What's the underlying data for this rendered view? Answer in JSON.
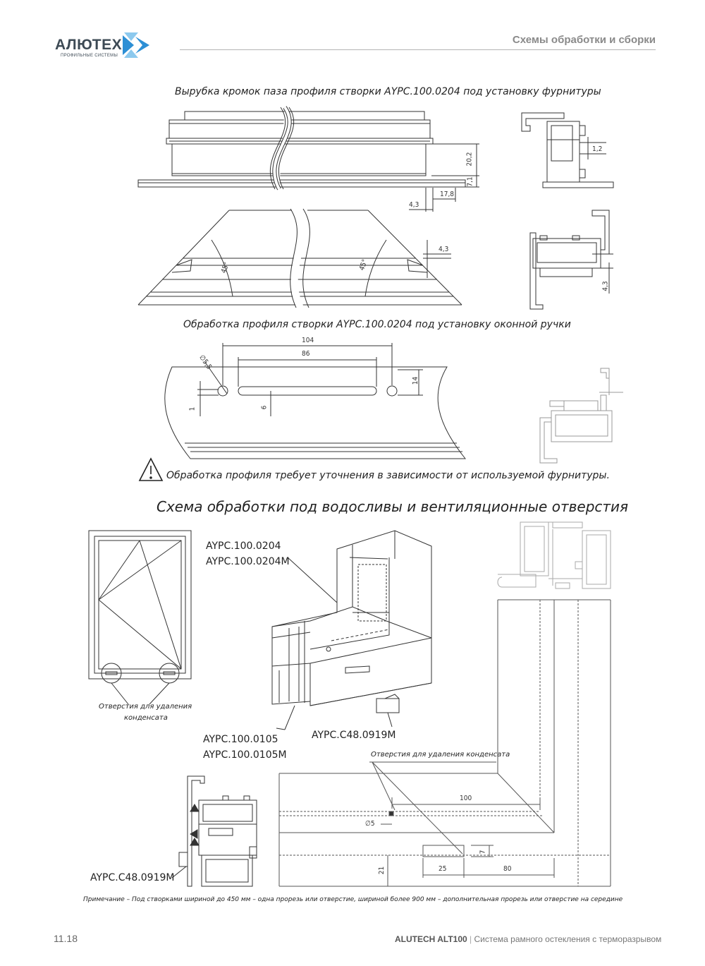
{
  "header": {
    "logo_text": "АЛЮТЕХ",
    "logo_sub": "ПРОФИЛЬНЫЕ СИСТЕМЫ",
    "title": "Схемы обработки и сборки",
    "logo_colors": {
      "blue": "#2d8fd5",
      "light": "#8cc9ee",
      "dark": "#3d4a55"
    }
  },
  "section1": {
    "caption": "Вырубка кромок паза профиля створки AYPC.100.0204 под установку фурнитуры",
    "dims": {
      "d20_2": "20,2",
      "d7_1": "7,1",
      "d17_8": "17,8",
      "d4_3a": "4,3",
      "d1_2": "1,2",
      "d4_3b": "4,3",
      "d4_3c": "4,3",
      "a45a": "45°",
      "a45b": "45°"
    }
  },
  "section2": {
    "caption": "Обработка профиля створки AYPC.100.0204 под установку оконной ручки",
    "dims": {
      "d104": "104",
      "d86": "86",
      "d5_5": "∅5,5",
      "d14": "14",
      "d1": "1",
      "d6": "6"
    },
    "warning": "Обработка профиля требует уточнения в зависимости от используемой фурнитуры."
  },
  "section3": {
    "title": "Схема обработки под водосливы и вентиляционные отверстия",
    "labels": {
      "sash1": "AYPC.100.0204",
      "sash2": "AYPC.100.0204M",
      "frame1": "AYPC.100.0105",
      "frame2": "AYPC.100.0105M",
      "cap1": "AYPC.C48.0919M",
      "cap2": "AYPC.C48.0919M",
      "holes": "Отверстия для удаления",
      "holes2": "конденсата",
      "holes_full": "Отверстия для удаления конденсата"
    },
    "dims": {
      "d100": "100",
      "d5": "∅5",
      "d7": "7",
      "d21": "21",
      "d25": "25",
      "d80": "80"
    },
    "note": "Примечание – Под створками шириной до 450 мм – одна прорезь или отверстие, шириной более 900 мм – дополнительная прорезь или отверстие на середине"
  },
  "footer": {
    "page": "11.18",
    "brand": "ALUTECH ALT100",
    "subtitle": "Система рамного остекления с терморазрывом"
  }
}
